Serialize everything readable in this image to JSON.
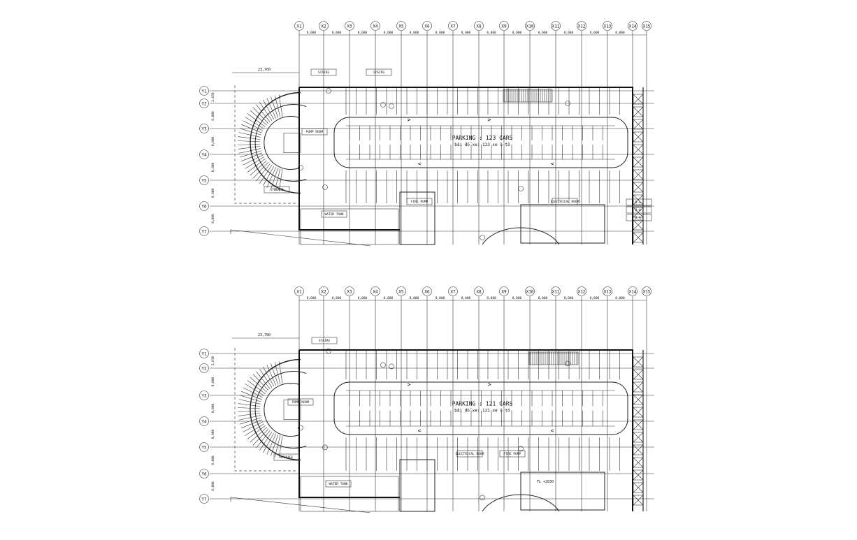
{
  "plans": [
    {
      "id": "upper",
      "parking_label": "PARKING : 123 CARS",
      "parking_sub": "bãi đỗ xe: 123 xe ô tô",
      "grid_cols": [
        "X1",
        "X2",
        "X3",
        "X4",
        "X5",
        "X6",
        "X7",
        "X8",
        "X9",
        "X10",
        "X11",
        "X12",
        "X13",
        "X14",
        "X15"
      ],
      "grid_rows": [
        "Y1",
        "Y2",
        "Y3",
        "Y4",
        "Y5",
        "Y6",
        "Y7"
      ],
      "spacings": [
        "8,000",
        "8,000",
        "8,000",
        "8,000",
        "8,000",
        "8,000",
        "8,000",
        "8,000",
        "8,000",
        "8,000",
        "8,000",
        "8,000",
        "8,000"
      ],
      "overall": "23,700",
      "row_spacings": [
        "2,650",
        "8,000",
        "8,000",
        "8,000",
        "8,000",
        "8,000"
      ],
      "rooms": [
        "STORAGE",
        "PUMP ROOM",
        "FIRE PUMP",
        "ELECTRICAL ROOM",
        "WATER TANK",
        "D.A.",
        "D.A.",
        "D.A.",
        "STAIRS",
        "STAIRS"
      ]
    },
    {
      "id": "lower",
      "parking_label": "PARKING : 121 CARS",
      "parking_sub": "bãi đỗ xe: 121 xe ô tô",
      "grid_cols": [
        "X1",
        "X2",
        "X3",
        "X4",
        "X5",
        "X6",
        "X7",
        "X8",
        "X9",
        "X10",
        "X11",
        "X12",
        "X13",
        "X14",
        "X15"
      ],
      "grid_rows": [
        "Y1",
        "Y2",
        "Y3",
        "Y4",
        "Y5",
        "Y6",
        "Y7"
      ],
      "spacings": [
        "8,000",
        "8,000",
        "8,000",
        "8,000",
        "8,000",
        "8,000",
        "8,000",
        "8,000",
        "8,000",
        "8,000",
        "8,000",
        "8,000",
        "8,000"
      ],
      "overall": "23,700",
      "row_spacings": [
        "2,650",
        "8,000",
        "8,000",
        "8,000",
        "8,000",
        "8,000"
      ],
      "elevation": "FL +2830",
      "rooms": [
        "STORAGE",
        "PUMP ROOM",
        "ELECTRICAL ROOM",
        "FIRE PUMP",
        "WATER TANK",
        "STAIRS"
      ]
    }
  ]
}
